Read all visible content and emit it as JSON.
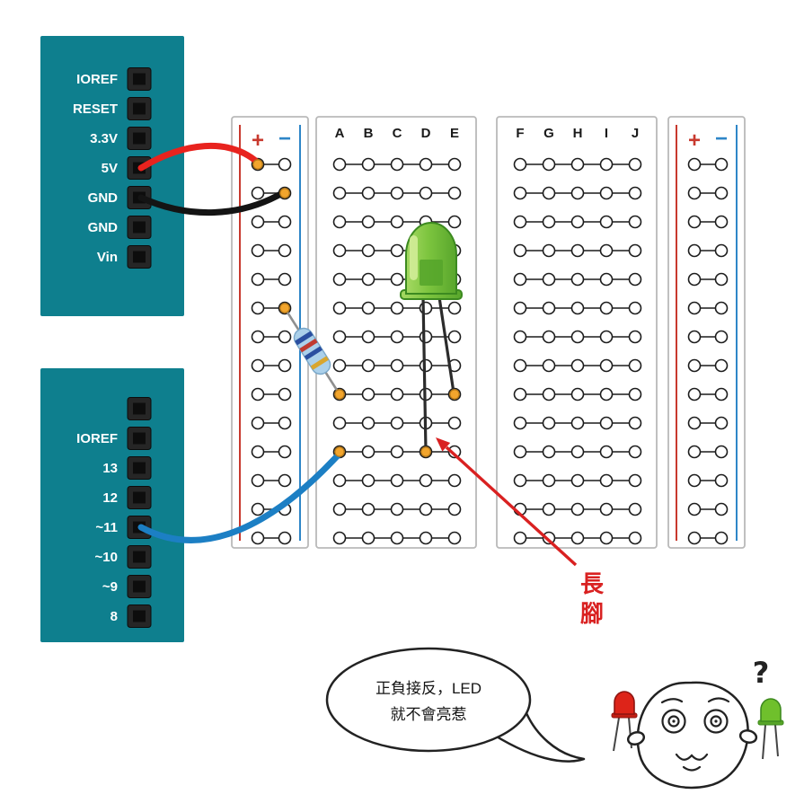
{
  "colors": {
    "arduino_teal": "#0e7f8e",
    "wire_red": "#e8231e",
    "wire_black": "#141414",
    "wire_blue": "#1c7fc4",
    "rail_red": "#c8392e",
    "rail_blue": "#2e86c8",
    "connector_orange": "#f2a52d",
    "led_green": "#76c03a",
    "resistor_blue": "#abd0ea",
    "arrow_red": "#d92121"
  },
  "arduino_power_header": {
    "labels": [
      "IOREF",
      "RESET",
      "3.3V",
      "5V",
      "GND",
      "GND",
      "Vin"
    ]
  },
  "arduino_digital_header": {
    "labels": [
      "IOREF",
      "13",
      "12",
      "~11",
      "~10",
      "~9",
      "8"
    ]
  },
  "breadboard": {
    "left_rail": {
      "plus": "+",
      "minus": "−"
    },
    "right_rail": {
      "plus": "+",
      "minus": "−"
    },
    "left_block_columns": [
      "A",
      "B",
      "C",
      "D",
      "E"
    ],
    "right_block_columns": [
      "F",
      "G",
      "H",
      "I",
      "J"
    ]
  },
  "annotation": {
    "long_leg_line1": "長",
    "long_leg_line2": "腳"
  },
  "speech_bubble": {
    "line1": "正負接反，LED",
    "line2": "就不會亮惹"
  },
  "character": {
    "question_mark": "?"
  }
}
